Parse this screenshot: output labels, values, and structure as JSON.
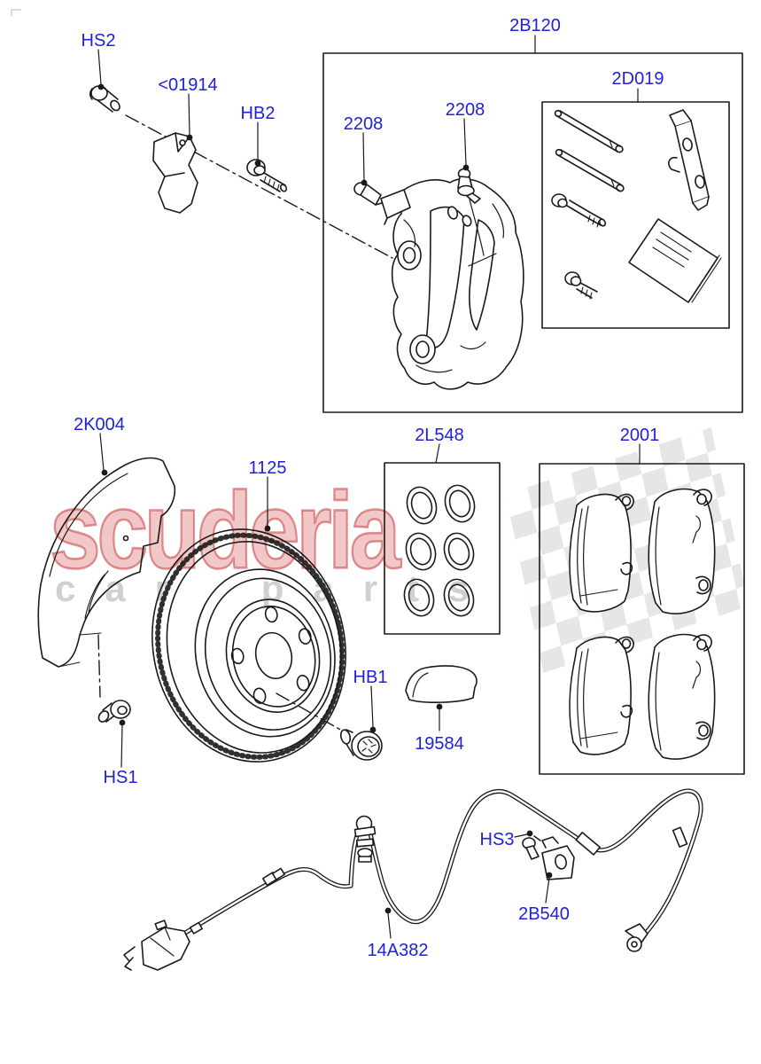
{
  "watermark": {
    "brand": "scuderia",
    "tagline": "car parts"
  },
  "colors": {
    "label_blue": "#2020dd",
    "line_black": "#1a1a1a",
    "watermark_red": "#c85050",
    "watermark_gray": "#aaaaaa"
  },
  "labels": {
    "hs2": "HS2",
    "clip": "<01914",
    "hb2": "HB2",
    "bleed_left": "2208",
    "bleed_right": "2208",
    "caliper_kit": "2B120",
    "hardware_kit": "2D019",
    "shield": "2K004",
    "disc": "1125",
    "seal_kit": "2L548",
    "pad_kit": "2001",
    "hb1": "HB1",
    "shim": "19584",
    "hs1": "HS1",
    "hs3": "HS3",
    "bracket": "2B540",
    "hose": "14A382"
  }
}
